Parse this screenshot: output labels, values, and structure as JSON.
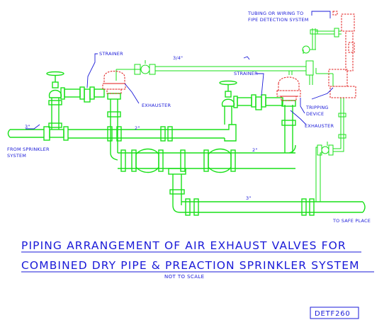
{
  "labels": {
    "tubing_line1": "TUBING OR WIRING TO",
    "tubing_line2": "FIPE DETECTION SYSTEM",
    "strainer_left": "STRAINER",
    "strainer_right": "STRAINER",
    "size_three_quarter": "3/4\"",
    "exhauster_left": "EXHAUSTER",
    "exhauster_right": "EXHAUSTER",
    "tripping_line1": "TRIPPING",
    "tripping_line2": "DEVICE",
    "size_3_inlet": "3\"",
    "from_line1": "FROM SPRINKLER",
    "from_line2": "SYSTEM",
    "size_2_upper": "2\"",
    "size_2_lower": "2\"",
    "size_3_drain": "3\"",
    "safe_place": "TO SAFE PLACE"
  },
  "title": {
    "line1": "PIPING ARRANGEMENT OF AIR EXHAUST VALVES FOR",
    "line2": "COMBINED DRY PIPE & PREACTION SPRINKLER SYSTEM",
    "scale_note": "NOT TO SCALE"
  },
  "drawing_id": "DETF260",
  "colors": {
    "pipe": "#19e019",
    "text": "#1a1ad8",
    "device": "#e01a1a",
    "background": "#ffffff"
  }
}
